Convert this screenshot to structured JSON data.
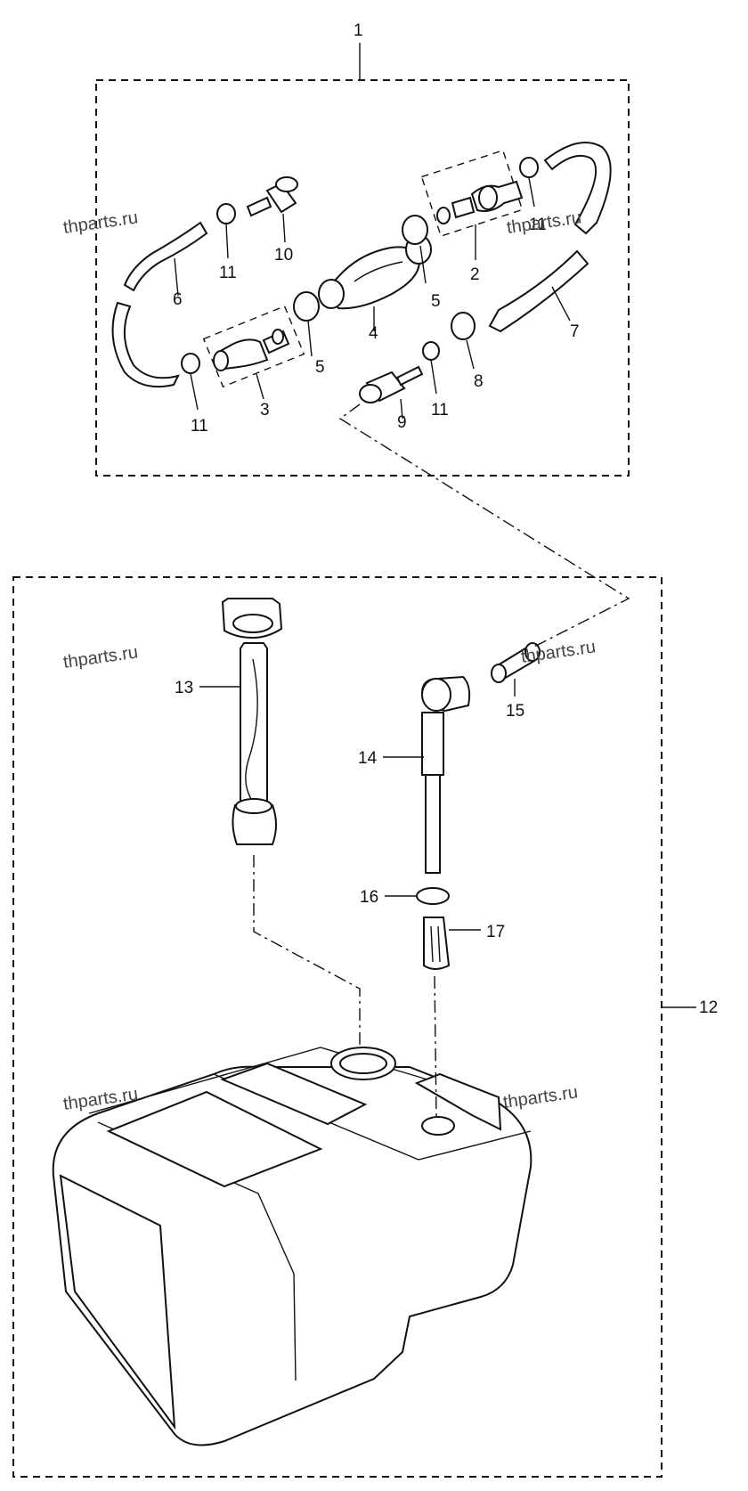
{
  "watermarks": [
    "thparts.ru",
    "thparts.ru",
    "thparts.ru",
    "thparts.ru",
    "thparts.ru"
  ],
  "callouts": [
    "1",
    "2",
    "3",
    "4",
    "5",
    "5",
    "6",
    "7",
    "8",
    "9",
    "10",
    "11",
    "11",
    "11",
    "11",
    "12",
    "13",
    "14",
    "15",
    "16",
    "17"
  ],
  "colors": {
    "line": "#111111",
    "background": "#ffffff",
    "watermark": "#444444"
  }
}
